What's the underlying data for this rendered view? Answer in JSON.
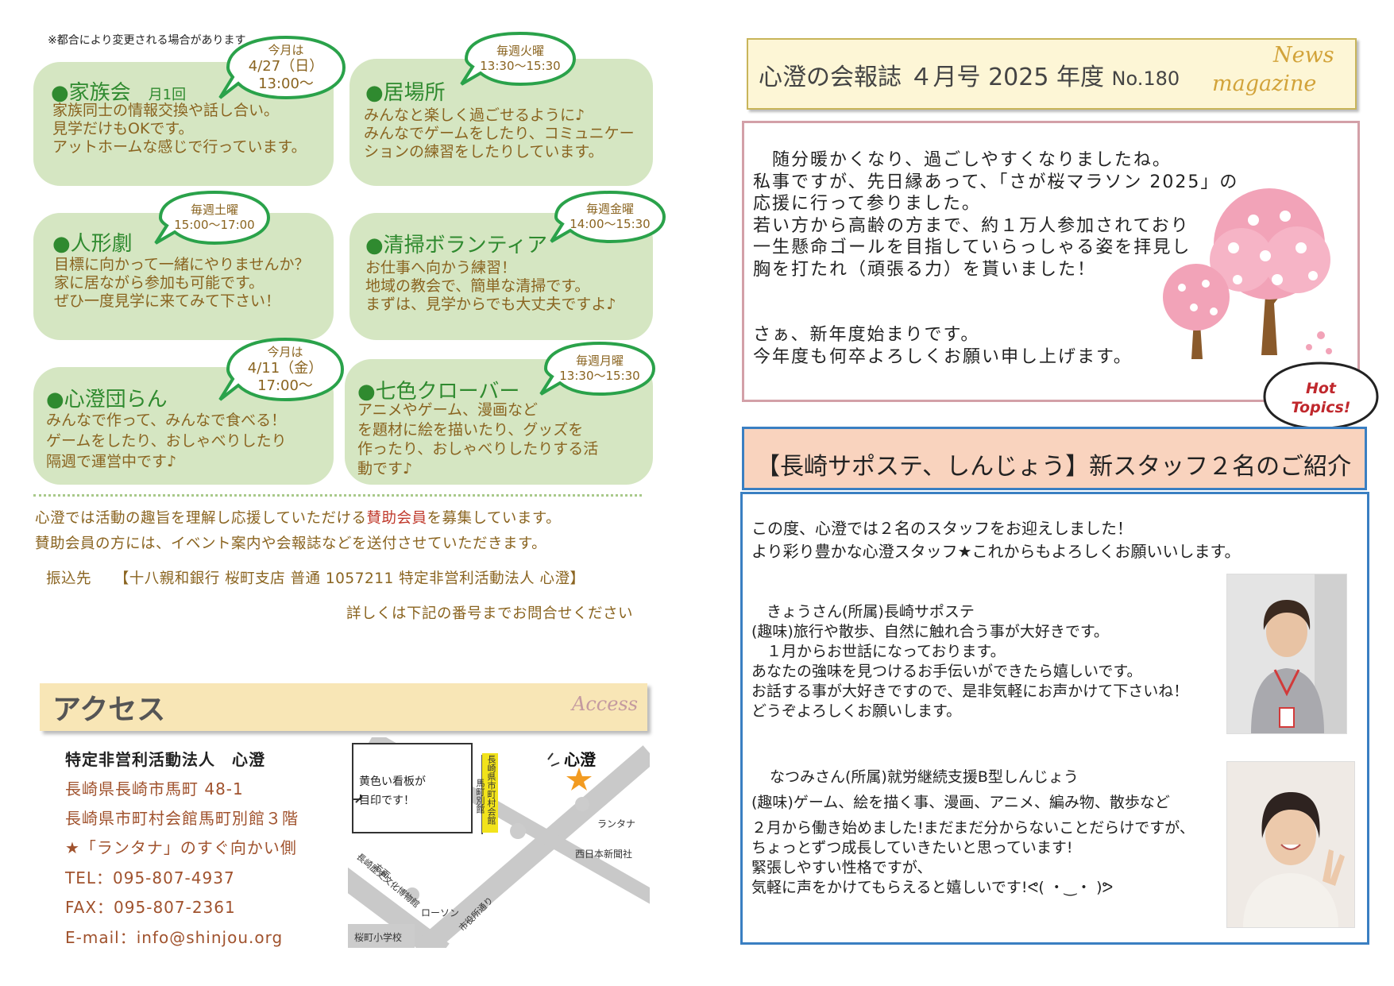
{
  "notice": "※都合により変更される場合があります",
  "cards": {
    "family": {
      "title": "●家族会",
      "sub": "月1回",
      "body": "家族同士の情報交換や話し合い。\n見学だけもOKです。\nアットホームな感じで行っています。",
      "bubble": [
        "今月は",
        "4/27（日）",
        "13:00～"
      ]
    },
    "ibasho": {
      "title": "●居場所",
      "body": "みんなと楽しく過ごせるように♪\nみんなでゲームをしたり、コミュニケー\nションの練習をしたりしています。",
      "bubble": [
        "毎週火曜",
        "13:30～15:30"
      ]
    },
    "puppet": {
      "title": "●人形劇",
      "body": "目標に向かって一緒にやりませんか？\n家に居ながら参加も可能です。\nぜひ一度見学に来てみて下さい！",
      "bubble": [
        "毎週土曜",
        "15:00～17:00"
      ]
    },
    "cleaning": {
      "title": "●清掃ボランティア",
      "body": "お仕事へ向かう練習！\n地域の教会で、簡単な清掃です。\nまずは、見学からでも大丈夫ですよ♪",
      "bubble": [
        "毎週金曜",
        "14:00～15:30"
      ]
    },
    "danran": {
      "title": "●心澄団らん",
      "body": "みんなで作って、みんなで食べる！\nゲームをしたり、おしゃべりしたり\n隔週で運営中です♪",
      "bubble": [
        "今月は",
        "4/11（金）",
        "17:00～"
      ]
    },
    "clover": {
      "title": "●七色クローバー",
      "body": "アニメやゲーム、漫画など\nを題材に絵を描いたり、グッズを\n作ったり、おしゃべりしたりする活\n動です♪",
      "bubble": [
        "毎週月曜",
        "13:30～15:30"
      ]
    }
  },
  "support": {
    "line1_a": "心澄では活動の趣旨を理解し応援していただける",
    "line1_hl": "賛助会員",
    "line1_b": "を募集しています。",
    "line2": "賛助会員の方には、イベント案内や会報誌などを送付させていただきます。",
    "line3": "振込先　　【十八親和銀行 桜町支店 普通 1057211 特定非営利活動法人 心澄】",
    "line4": "詳しくは下記の番号までお問合せください"
  },
  "access": {
    "title": "アクセス",
    "title_en": "Access",
    "org": "特定非営利活動法人　心澄",
    "addr1": "長崎県長崎市馬町 48-1",
    "addr2": "長崎県市町村会館馬町別館３階",
    "landmark": "★「ランタナ」のすぐ向かい側",
    "tel": "TEL：095-807-4937",
    "fax": "FAX：095-807-2361",
    "email": "E-mail：info@shinjou.org"
  },
  "map": {
    "sign_note_1": "黄色い看板が",
    "sign_note_2": "目印です！",
    "sign_text_1": "長崎県市町村会館",
    "sign_text_2": "馬町別館",
    "place": "心澄",
    "lantana": "ランタナ",
    "nishinippon": "西日本新聞社",
    "museum_1": "長崎歴史文化博物館",
    "museum_2": "方面",
    "lawson": "ローソン",
    "shiyakusho": "市役所通り",
    "school": "桜町小学校"
  },
  "header": {
    "title": "心澄の会報誌 ４月号 2025 年度",
    "number": "No.180",
    "en_1": "News",
    "en_2": "magazine"
  },
  "greeting": "　随分暖かくなり、過ごしやすくなりましたね。\n私事ですが、先日縁あって、「さが桜マラソン 2025」の\n応援に行って参りました。\n若い方から高齢の方まで、約１万人参加されており\n一生懸命ゴールを目指していらっしゃる姿を拝見し\n胸を打たれ（頑張る力）を貰いました！\n\n\nさぁ、新年度始まりです。\n今年度も何卒よろしくお願い申し上げます。",
  "hot_topics": {
    "line1": "Hot",
    "line2": "Topics!"
  },
  "staff": {
    "heading": "【長崎サポステ、しんじょう】新スタッフ２名のご紹介",
    "intro": "この度、心澄では２名のスタッフをお迎えしました！\nより彩り豊かな心澄スタッフ★これからもよろしくお願いいします。",
    "kyou": "　きょうさん(所属)長崎サポステ\n(趣味)旅行や散歩、自然に触れ合う事が大好きです。\n　１月からお世話になっております。\nあなたの強味を見つけるお手伝いができたら嬉しいです。\nお話する事が大好きですので、是非気軽にお声かけて下さいね！\nどうぞよろしくお願いします。",
    "natsumi_1": "　なつみさん(所属)就労継続支援B型しんじょう",
    "natsumi_2": "(趣味)ゲーム、絵を描く事、漫画、アニメ、編み物、散歩など",
    "natsumi_3": "２月から働き始めました!まだまだ分からないことだらけですが、\nちょっとずつ成長していきたいと思っています!\n緊張しやすい性格ですが、\n気軽に声をかけてもらえると嬉しいです!ᕙ( ・‿・ )ᕗ"
  },
  "colors": {
    "card_bg": "#d5e6c2",
    "green_title": "#2f8a2f",
    "brown_text": "#8a6420",
    "accent_blue": "#3a7fc2",
    "pink_border": "#d3a0a8"
  }
}
